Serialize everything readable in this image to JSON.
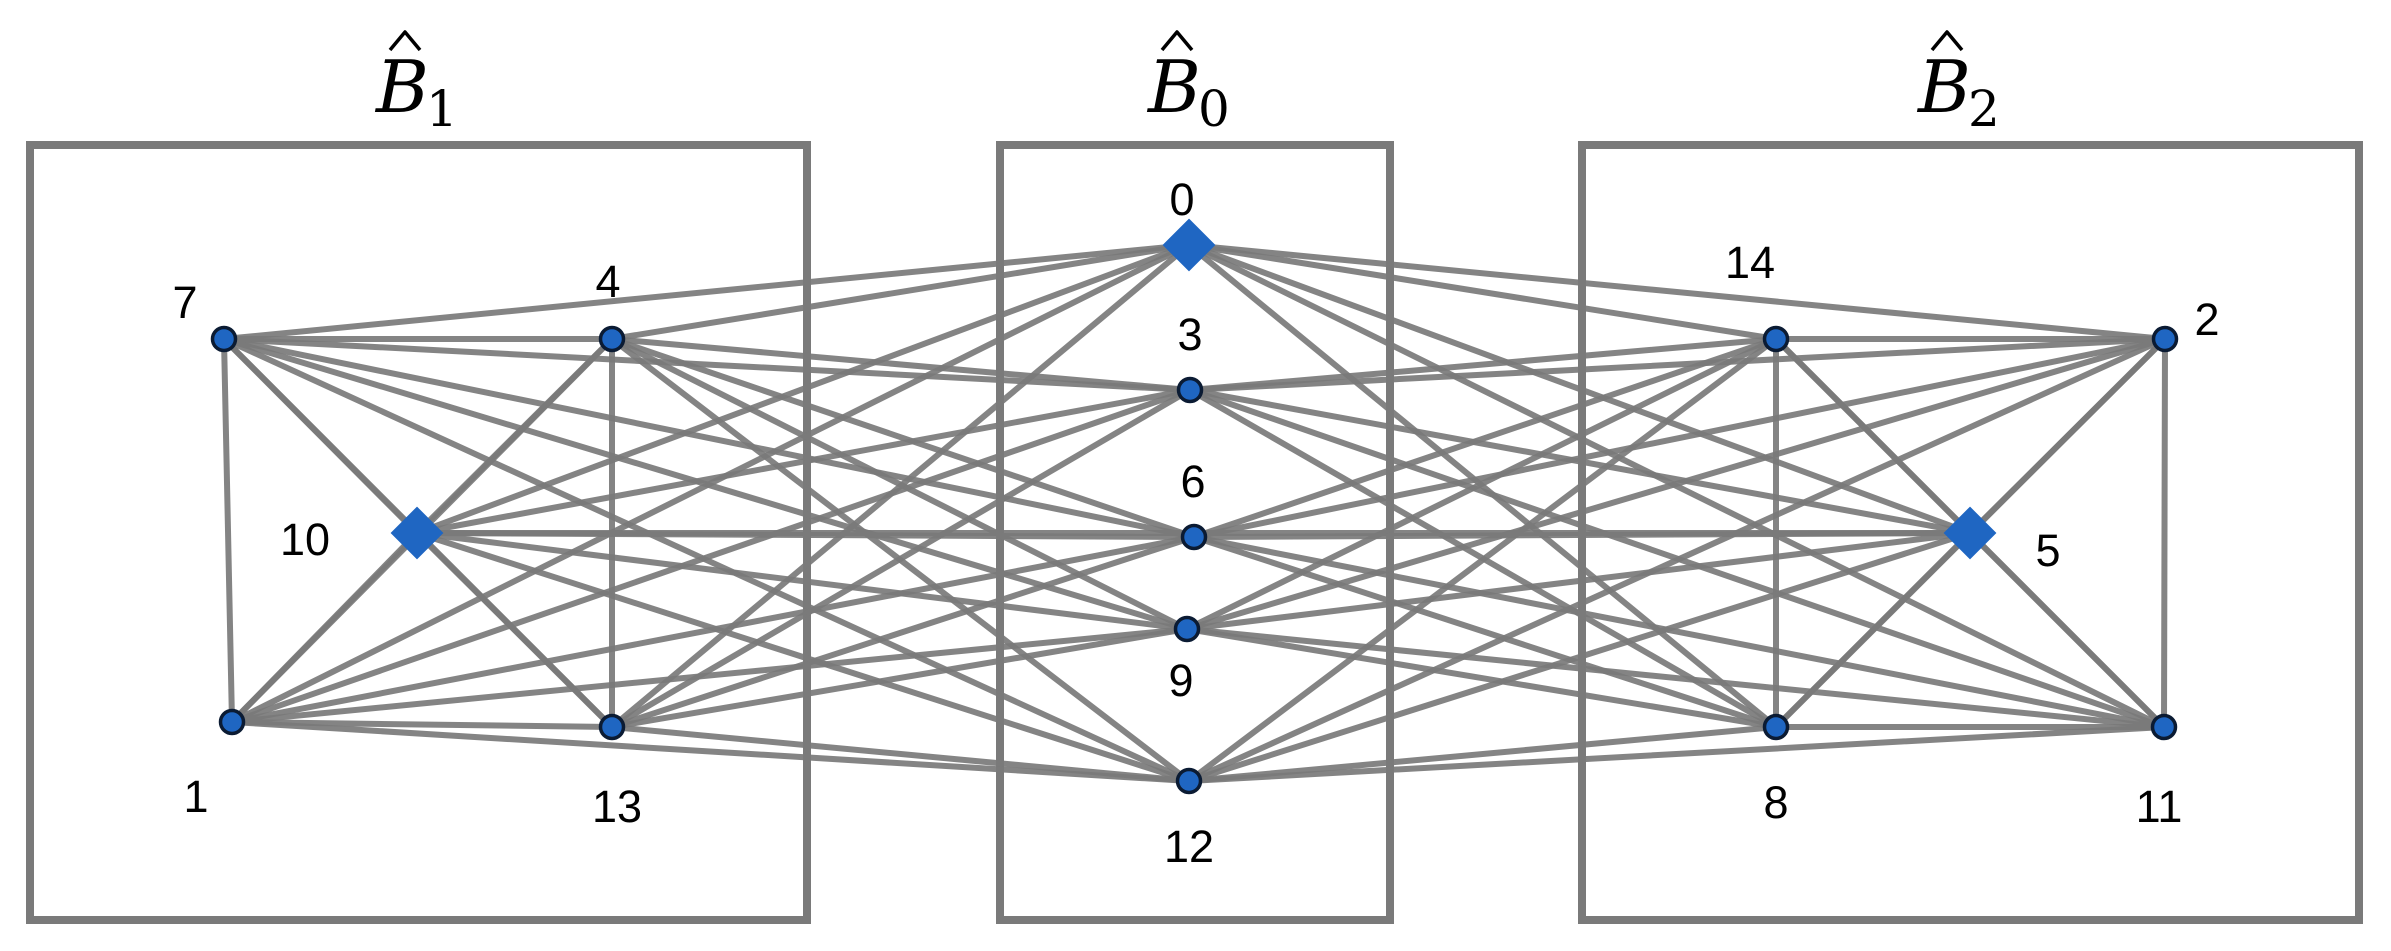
{
  "boxes": [
    {
      "id": "B1",
      "title": "B",
      "subscript": "1"
    },
    {
      "id": "B0",
      "title": "B",
      "subscript": "0"
    },
    {
      "id": "B2",
      "title": "B",
      "subscript": "2"
    }
  ],
  "nodes": [
    {
      "id": "0",
      "label": "0",
      "shape": "diamond"
    },
    {
      "id": "1",
      "label": "1",
      "shape": "circle"
    },
    {
      "id": "2",
      "label": "2",
      "shape": "circle"
    },
    {
      "id": "3",
      "label": "3",
      "shape": "circle"
    },
    {
      "id": "4",
      "label": "4",
      "shape": "circle"
    },
    {
      "id": "5",
      "label": "5",
      "shape": "diamond"
    },
    {
      "id": "6",
      "label": "6",
      "shape": "circle"
    },
    {
      "id": "7",
      "label": "7",
      "shape": "circle"
    },
    {
      "id": "8",
      "label": "8",
      "shape": "circle"
    },
    {
      "id": "9",
      "label": "9",
      "shape": "circle"
    },
    {
      "id": "10",
      "label": "10",
      "shape": "diamond"
    },
    {
      "id": "11",
      "label": "11",
      "shape": "circle"
    },
    {
      "id": "12",
      "label": "12",
      "shape": "circle"
    },
    {
      "id": "13",
      "label": "13",
      "shape": "circle"
    },
    {
      "id": "14",
      "label": "14",
      "shape": "circle"
    }
  ],
  "colors": {
    "node": "#1f66c2",
    "node_outline": "#0b1b33",
    "edge": "#7a7a7a",
    "box": "#7a7a7a"
  }
}
